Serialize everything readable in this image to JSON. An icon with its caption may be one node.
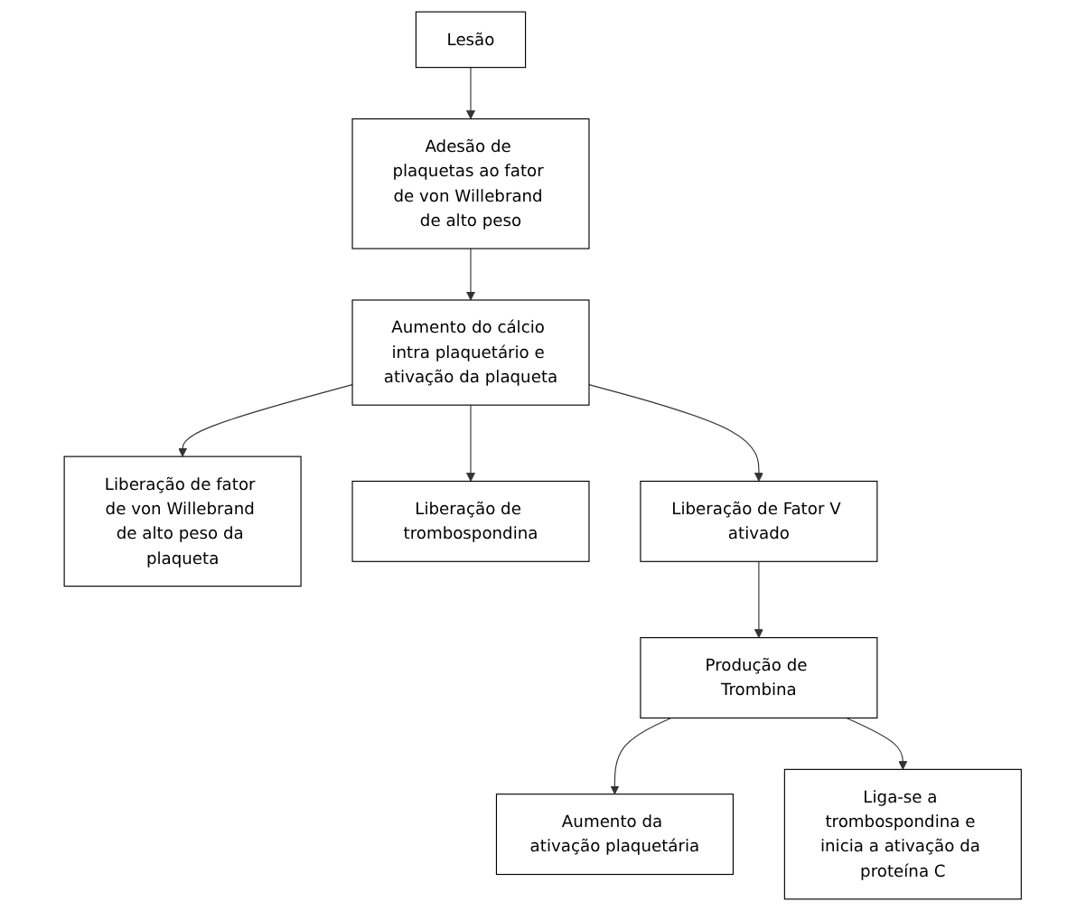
{
  "diagram": {
    "nodes": [
      {
        "text": [
          "Lesão"
        ]
      },
      {
        "text": [
          "Adesão de plaquetas ao fator de von Willebrand de alto peso"
        ]
      },
      {
        "text": [
          "Aumento do cálcio intra plaquetário e ativação da plaqueta"
        ]
      },
      {
        "text": [
          "Liberação de fator de von Willebrand de alto peso da plaqueta"
        ]
      },
      {
        "text": [
          "Liberação de trombospondina"
        ]
      },
      {
        "text": [
          "Liberação de Fator V ativado"
        ]
      },
      {
        "text": [
          "Produção de Trombina"
        ]
      },
      {
        "text": [
          "Aumento da ativação plaquetária"
        ]
      },
      {
        "text": [
          "Liga-se a trombospondina e inicia a ativação da proteína C"
        ]
      }
    ],
    "edges": [
      {
        "from": 0,
        "to": 1,
        "arrow": "to"
      },
      {
        "from": 1,
        "to": 2,
        "arrow": "to"
      },
      {
        "from": 2,
        "to": 3,
        "arrow": "to"
      },
      {
        "from": 2,
        "to": 4,
        "arrow": "to"
      },
      {
        "from": 2,
        "to": 5,
        "arrow": "to"
      },
      {
        "from": 5,
        "to": 6,
        "arrow": "to"
      },
      {
        "from": 6,
        "to": 7,
        "arrow": "to"
      },
      {
        "from": 6,
        "to": 8,
        "arrow": "to"
      }
    ]
  }
}
